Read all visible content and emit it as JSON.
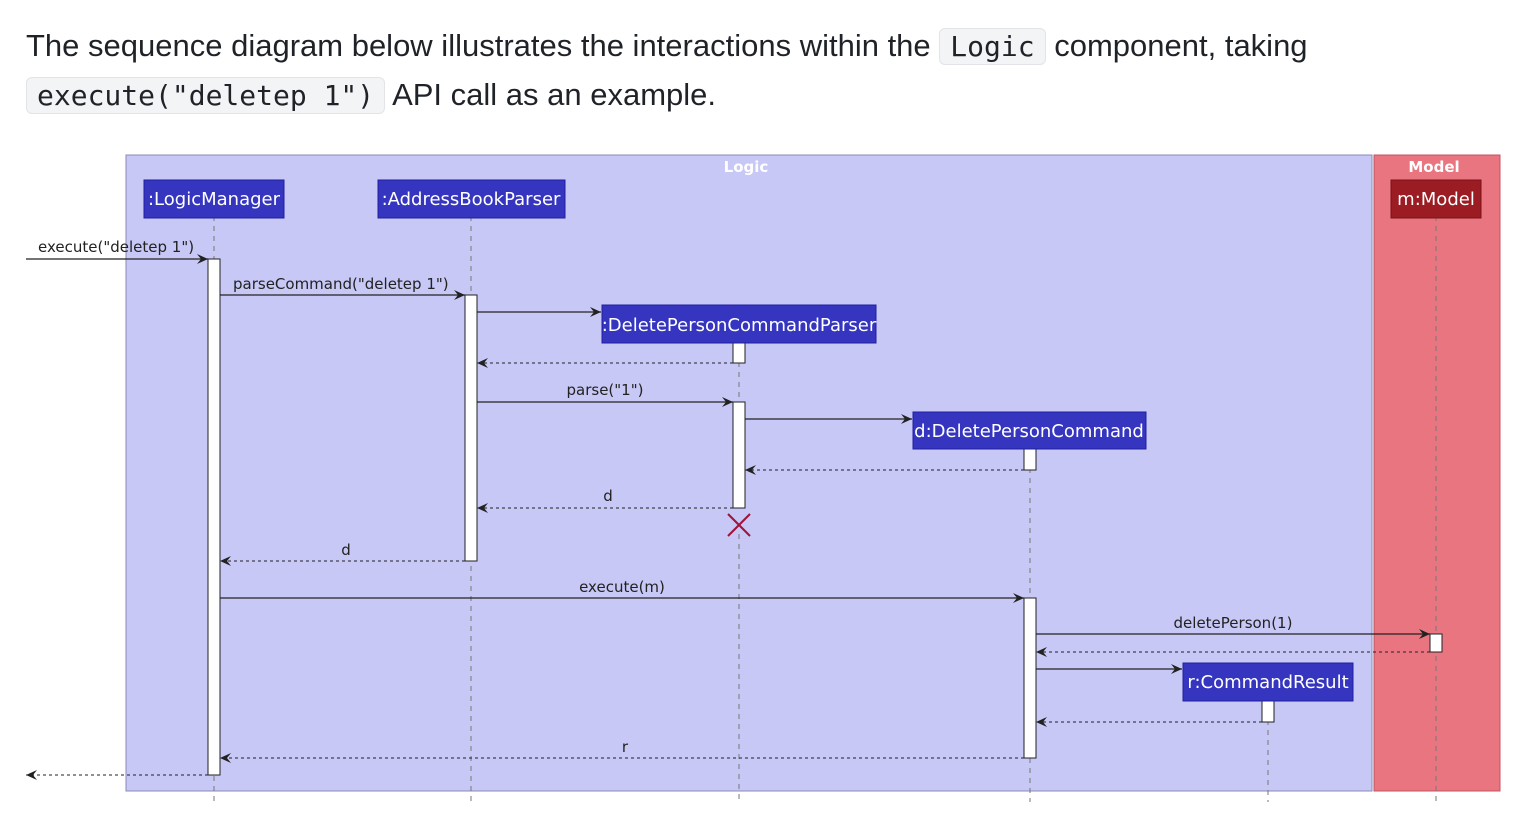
{
  "intro": {
    "prefix": "The sequence diagram below illustrates the interactions within the",
    "code1": "Logic",
    "middle": "component, taking",
    "code2": "execute(\"deletep 1\")",
    "suffix": "API call as an example."
  },
  "diagram": {
    "groups": [
      {
        "id": "logic",
        "label": "Logic",
        "color": "#c7c8f5"
      },
      {
        "id": "model",
        "label": "Model",
        "color": "#e97580"
      }
    ],
    "participants": [
      {
        "id": "lm",
        "label": ":LogicManager",
        "color": "#3535c0"
      },
      {
        "id": "abp",
        "label": ":AddressBookParser",
        "color": "#3535c0"
      },
      {
        "id": "dpcp",
        "label": ":DeletePersonCommandParser",
        "color": "#3535c0"
      },
      {
        "id": "dpc",
        "label": "d:DeletePersonCommand",
        "color": "#3535c0"
      },
      {
        "id": "cr",
        "label": "r:CommandResult",
        "color": "#3535c0"
      },
      {
        "id": "m",
        "label": "m:Model",
        "color": "#9b1c23"
      }
    ],
    "messages": [
      {
        "from": "ext",
        "to": "lm",
        "label": "execute(\"deletep 1\")",
        "kind": "call"
      },
      {
        "from": "lm",
        "to": "abp",
        "label": "parseCommand(\"deletep 1\")",
        "kind": "call"
      },
      {
        "from": "abp",
        "to": "dpcp",
        "label": "",
        "kind": "create"
      },
      {
        "from": "dpcp",
        "to": "abp",
        "label": "",
        "kind": "return"
      },
      {
        "from": "abp",
        "to": "dpcp",
        "label": "parse(\"1\")",
        "kind": "call"
      },
      {
        "from": "dpcp",
        "to": "dpc",
        "label": "",
        "kind": "create"
      },
      {
        "from": "dpc",
        "to": "dpcp",
        "label": "",
        "kind": "return"
      },
      {
        "from": "dpcp",
        "to": "abp",
        "label": "d",
        "kind": "return"
      },
      {
        "from": "abp",
        "to": "lm",
        "label": "d",
        "kind": "return"
      },
      {
        "from": "lm",
        "to": "dpc",
        "label": "execute(m)",
        "kind": "call"
      },
      {
        "from": "dpc",
        "to": "m",
        "label": "deletePerson(1)",
        "kind": "call"
      },
      {
        "from": "m",
        "to": "dpc",
        "label": "",
        "kind": "return"
      },
      {
        "from": "dpc",
        "to": "cr",
        "label": "",
        "kind": "create"
      },
      {
        "from": "cr",
        "to": "dpc",
        "label": "",
        "kind": "return"
      },
      {
        "from": "dpc",
        "to": "lm",
        "label": "r",
        "kind": "return"
      },
      {
        "from": "lm",
        "to": "ext",
        "label": "",
        "kind": "return"
      }
    ],
    "destroyed": [
      "dpcp"
    ]
  }
}
